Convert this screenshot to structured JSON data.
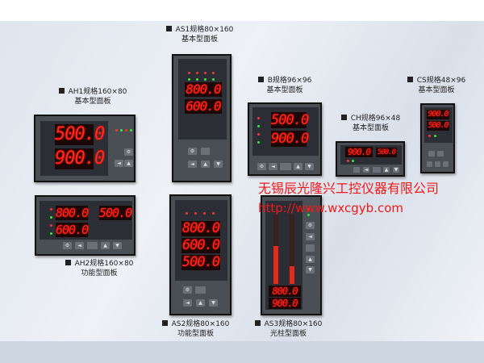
{
  "models": [
    {
      "id": "AH1",
      "line1": "AH1规格160×80",
      "line2": "基本型面板",
      "displays": [
        "500.0",
        "900.0"
      ]
    },
    {
      "id": "AS1",
      "line1": "AS1规格80×160",
      "line2": "基本型面板",
      "displays": [
        "800.0",
        "600.0"
      ]
    },
    {
      "id": "B",
      "line1": "B规格96×96",
      "line2": "基本型面板",
      "displays": [
        "500.0",
        "900.0"
      ]
    },
    {
      "id": "CH",
      "line1": "CH规格96×48",
      "line2": "基本型面板",
      "displays": [
        "900.0",
        "500.0"
      ]
    },
    {
      "id": "CS",
      "line1": "CS规格48×96",
      "line2": "基本型面板",
      "displays": [
        "900.0",
        "500.0"
      ]
    },
    {
      "id": "AH2",
      "line1": "AH2规格160×80",
      "line2": "功能型面板",
      "displays": [
        "800.0",
        "500.0",
        "600.0"
      ]
    },
    {
      "id": "AS2",
      "line1": "AS2规格80×160",
      "line2": "功能型面板",
      "displays": [
        "800.0",
        "600.0",
        "500.0"
      ]
    },
    {
      "id": "AS3",
      "line1": "AS3规格80×160",
      "line2": "光柱型面板",
      "displays": [
        "800.0",
        "900.0"
      ],
      "bar_levels": [
        0.55,
        0.25
      ]
    }
  ],
  "watermark": {
    "company": "无锡辰光隆兴工控仪器有限公司",
    "url": "http://www.wxcgyb.com",
    "color": "#f01818"
  },
  "display_color": "#ff2a1a"
}
